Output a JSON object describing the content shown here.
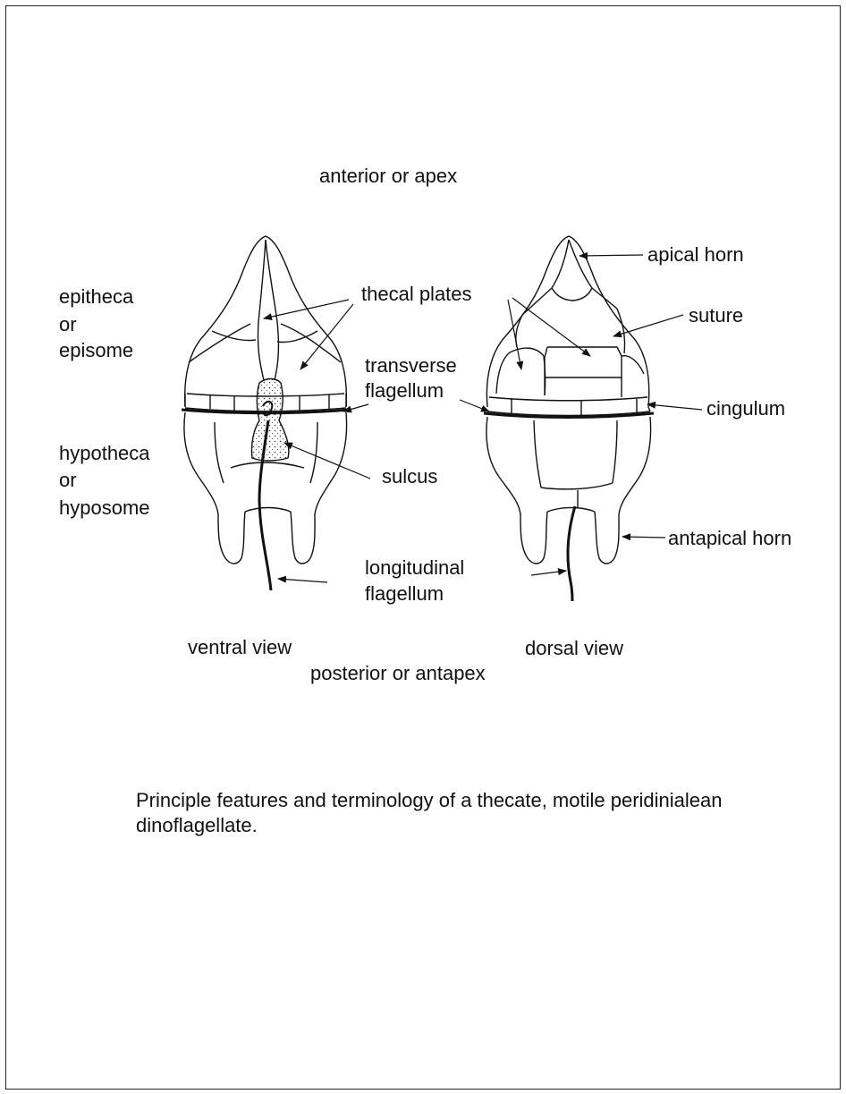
{
  "labels": {
    "anterior": "anterior or apex",
    "posterior": "posterior or antapex",
    "epitheca": [
      "epitheca",
      "or",
      "episome"
    ],
    "hypotheca": [
      "hypotheca",
      "or",
      "hyposome"
    ],
    "thecal_plates": "thecal plates",
    "transverse_flagellum": [
      "transverse",
      "flagellum"
    ],
    "sulcus": "sulcus",
    "longitudinal_flagellum": [
      "longitudinal",
      "flagellum"
    ],
    "apical_horn": "apical horn",
    "suture": "suture",
    "cingulum": "cingulum",
    "antapical_horn": "antapical horn",
    "ventral_view": "ventral view",
    "dorsal_view": "dorsal view"
  },
  "caption": "Principle features and terminology of a thecate, motile peridinialean dinoflagellate."
}
